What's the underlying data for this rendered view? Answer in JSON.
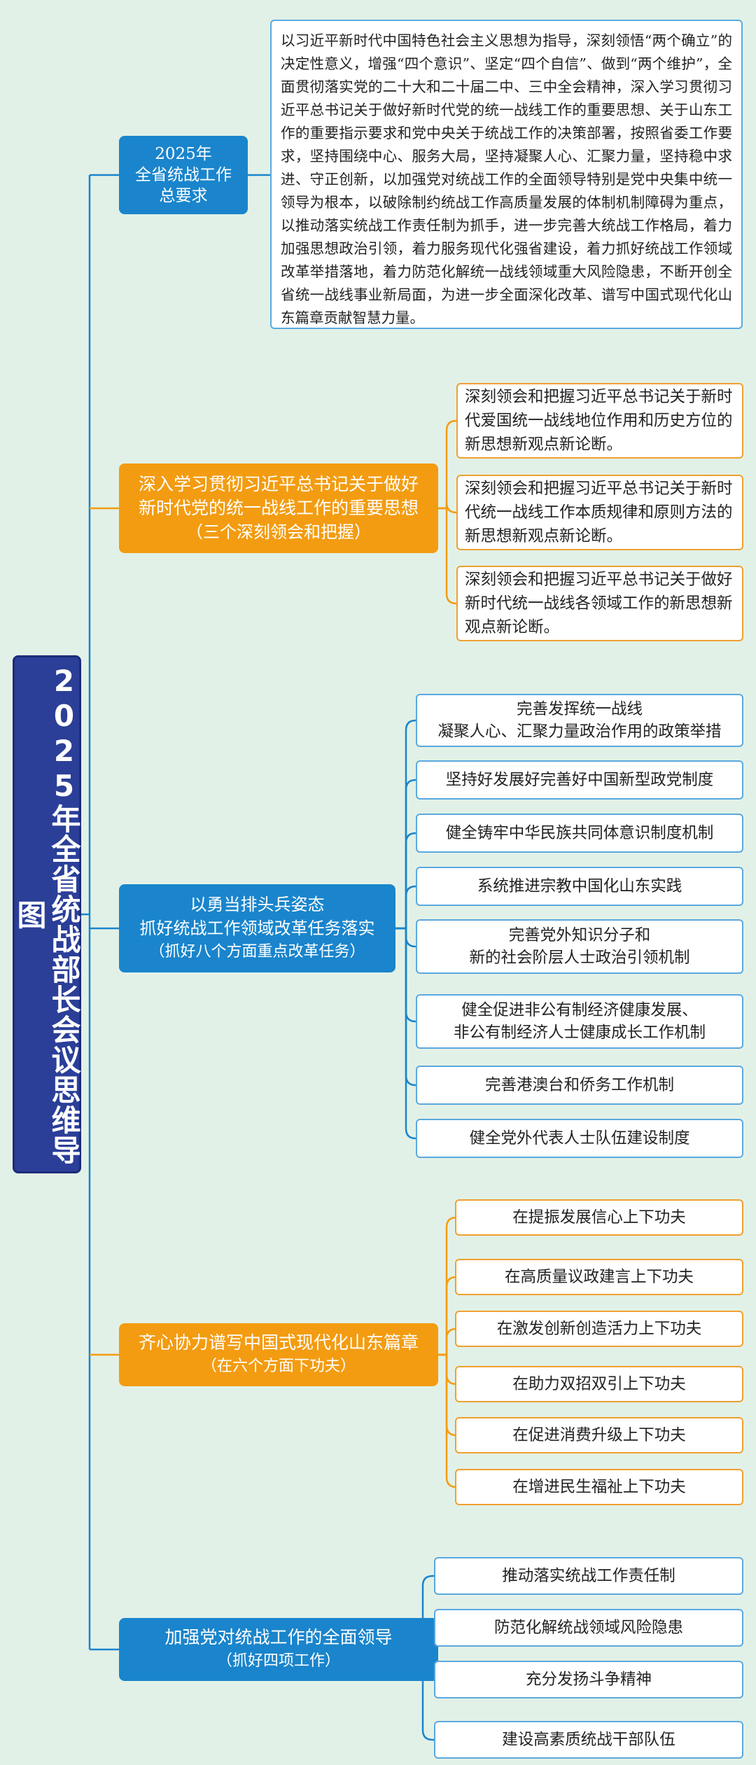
{
  "title": "2025年全省统战部长会议思维导图",
  "colors": {
    "background": "#e2f1e7",
    "root": "#2b3f98",
    "blue": "#1a85cc",
    "orange": "#f39c11",
    "line_blue": "#1a85cc",
    "line_orange": "#f39c11"
  },
  "branches": [
    {
      "title": "2025年\n全省统战工作\n总要求",
      "intro": "以习近平新时代中国特色社会主义思想为指导，深刻领悟“两个确立”的决定性意义，增强“四个意识”、坚定“四个自信”、做到“两个维护”，全面贯彻落实党的二十大和二十届二中、三中全会精神，深入学习贯彻习近平总书记关于做好新时代党的统一战线工作的重要思想、关于山东工作的重要指示要求和党中央关于统战工作的决策部署，按照省委工作要求，坚持围绕中心、服务大局，坚持凝聚人心、汇聚力量，坚持稳中求进、守正创新，以加强党对统战工作的全面领导特别是党中央集中统一领导为根本，以破除制约统战工作高质量发展的体制机制障碍为重点，以推动落实统战工作责任制为抓手，进一步完善大统战工作格局，着力加强思想政治引领，着力服务现代化强省建设，着力抓好统战工作领域改革举措落地，着力防范化解统一战线领域重大风险隐患，不断开创全省统一战线事业新局面，为进一步全面深化改革、谱写中国式现代化山东篇章贡献智慧力量。"
    },
    {
      "title": "深入学习贯彻习近平总书记关于做好\n新时代党的统一战线工作的重要思想",
      "subtitle": "（三个深刻领会和把握）",
      "items": [
        "深刻领会和把握习近平总书记关于新时代爱国统一战线地位作用和历史方位的新思想新观点新论断。",
        "深刻领会和把握习近平总书记关于新时代统一战线工作本质规律和原则方法的新思想新观点新论断。",
        "深刻领会和把握习近平总书记关于做好新时代统一战线各领域工作的新思想新观点新论断。"
      ]
    },
    {
      "title": "以勇当排头兵姿态\n抓好统战工作领域改革任务落实",
      "subtitle": "（抓好八个方面重点改革任务）",
      "items": [
        "完善发挥统一战线\n凝聚人心、汇聚力量政治作用的政策举措",
        "坚持好发展好完善好中国新型政党制度",
        "健全铸牢中华民族共同体意识制度机制",
        "系统推进宗教中国化山东实践",
        "完善党外知识分子和\n新的社会阶层人士政治引领机制",
        "健全促进非公有制经济健康发展、\n非公有制经济人士健康成长工作机制",
        "完善港澳台和侨务工作机制",
        "健全党外代表人士队伍建设制度"
      ]
    },
    {
      "title": "齐心协力谱写中国式现代化山东篇章",
      "subtitle": "（在六个方面下功夫）",
      "items": [
        "在提振发展信心上下功夫",
        "在高质量议政建言上下功夫",
        "在激发创新创造活力上下功夫",
        "在助力双招双引上下功夫",
        "在促进消费升级上下功夫",
        "在增进民生福祉上下功夫"
      ]
    },
    {
      "title": "加强党对统战工作的全面领导",
      "subtitle": "（抓好四项工作）",
      "items": [
        "推动落实统战工作责任制",
        "防范化解统战领域风险隐患",
        "充分发扬斗争精神",
        "建设高素质统战干部队伍"
      ]
    }
  ]
}
